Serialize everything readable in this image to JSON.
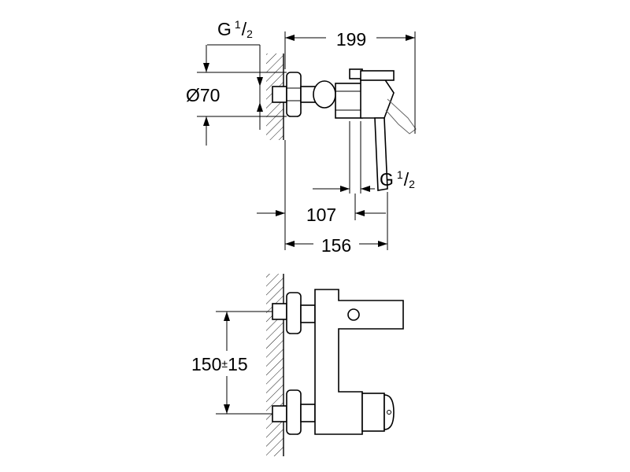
{
  "drawing": {
    "top_view": {
      "thread_inlet": {
        "prefix": "G",
        "num": "1",
        "sep": "/",
        "den": "2"
      },
      "thread_outlet": {
        "prefix": "G",
        "num": "1",
        "sep": "/",
        "den": "2"
      },
      "rosette_diameter": "Ø70",
      "projection_total": "199",
      "spout_projection": "107",
      "body_projection": "156"
    },
    "front_view": {
      "centre_distance": "150",
      "tolerance_sign": "±",
      "tolerance_value": "15"
    }
  }
}
